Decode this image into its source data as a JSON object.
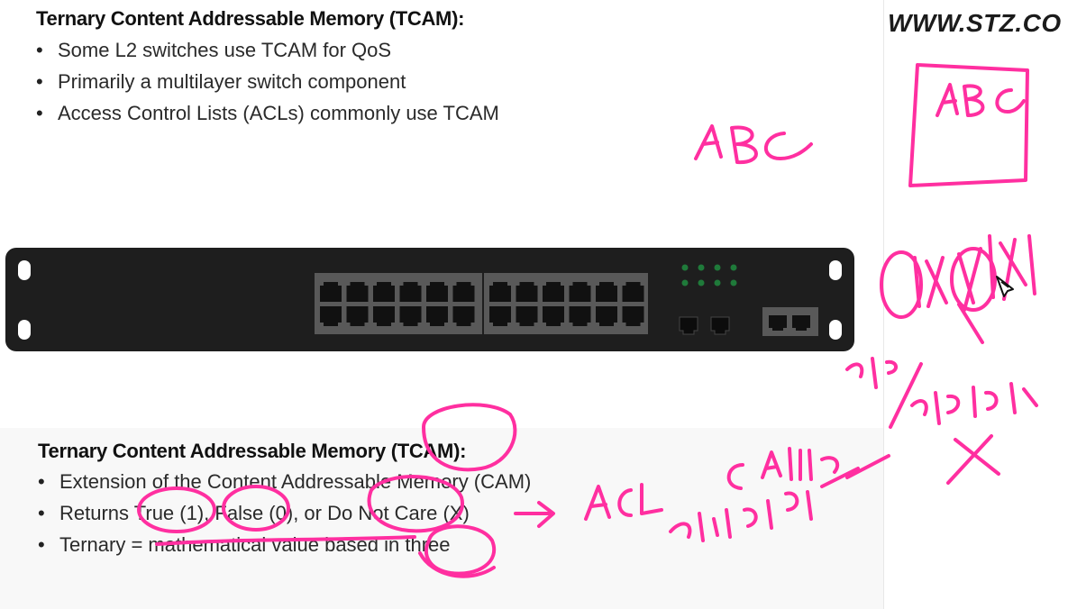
{
  "slide_top": {
    "heading": "Ternary Content Addressable Memory (TCAM):",
    "bullets": [
      "Some L2 switches use TCAM for QoS",
      "Primarily a multilayer switch component",
      "Access Control Lists (ACLs) commonly use TCAM"
    ]
  },
  "slide_bottom": {
    "heading": "Ternary Content Addressable Memory (TCAM):",
    "bullets": [
      "Extension of the Content Addressable Memory (CAM)",
      "Returns True (1), False (0), or Do Not Care (X)",
      "Ternary = mathematical value based in three"
    ]
  },
  "watermark": "WWW.STZ.CO",
  "colors": {
    "ink": "#ff2fa0",
    "switch_body": "#1e1e1e",
    "port_panel": "#595959",
    "status_led": "#1f7a3a"
  },
  "icons": {
    "cursor": "pen-cursor-icon",
    "device": "network-switch-icon"
  }
}
